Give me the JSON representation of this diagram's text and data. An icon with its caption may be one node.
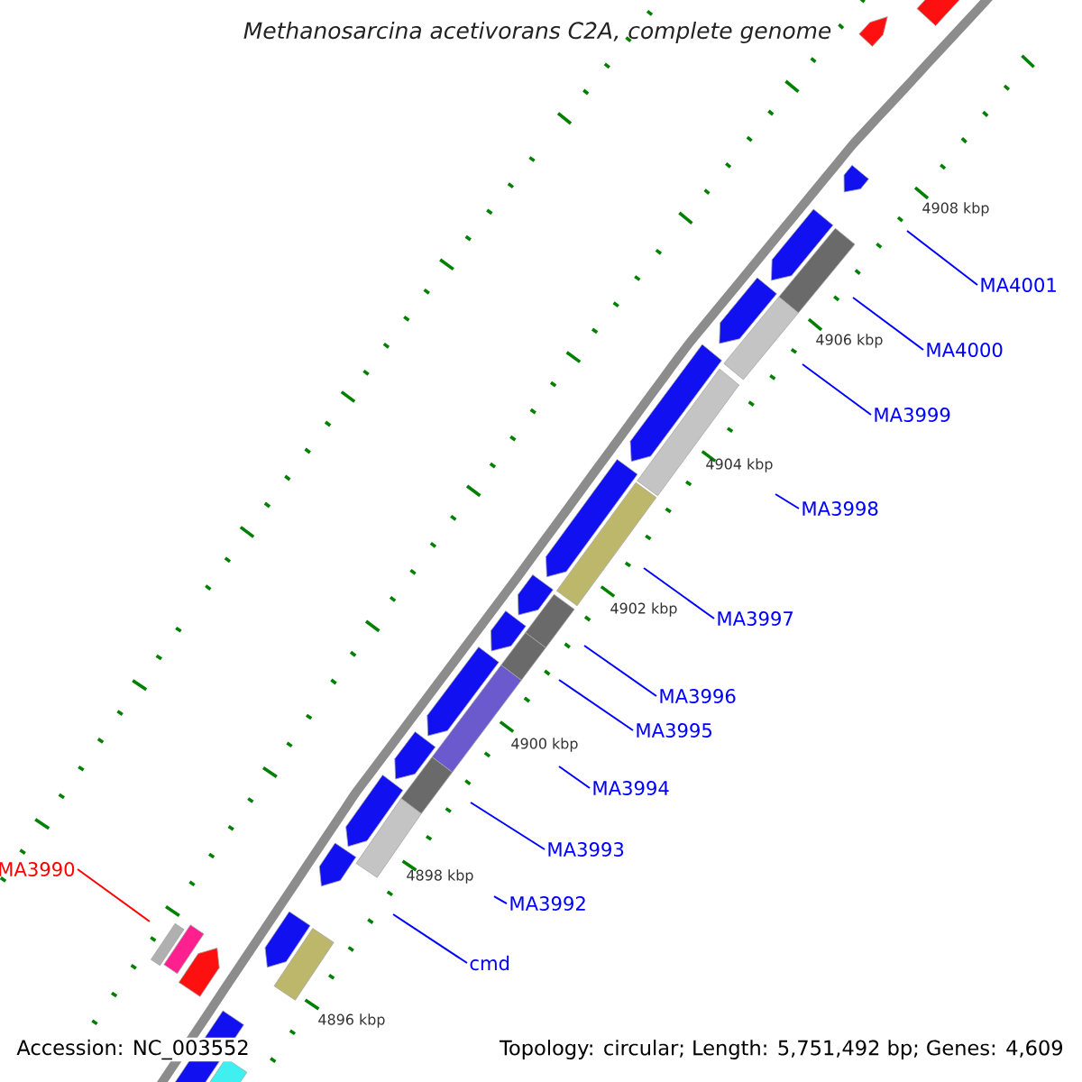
{
  "diagram": {
    "title": "Methanosarcina acetivorans C2A, complete genome",
    "nodes": [
      {
        "text": [
          "MA4001"
        ]
      },
      {
        "text": [
          "MA4000"
        ]
      },
      {
        "text": [
          "MA3999"
        ]
      },
      {
        "text": [
          "MA3998"
        ]
      },
      {
        "text": [
          "MA3997"
        ]
      },
      {
        "text": [
          "MA3996"
        ]
      },
      {
        "text": [
          "MA3995"
        ]
      },
      {
        "text": [
          "MA3994"
        ]
      },
      {
        "text": [
          "MA3993"
        ]
      },
      {
        "text": [
          "MA3992"
        ]
      },
      {
        "text": [
          "cmd"
        ]
      },
      {
        "text": [
          "MA3990"
        ]
      }
    ],
    "edges": [
      {
        "from": 0,
        "to": null,
        "arrow": "none"
      },
      {
        "from": 1,
        "to": null,
        "arrow": "none"
      },
      {
        "from": 2,
        "to": null,
        "arrow": "none"
      },
      {
        "from": 3,
        "to": null,
        "arrow": "none"
      },
      {
        "from": 4,
        "to": null,
        "arrow": "none"
      },
      {
        "from": 5,
        "to": null,
        "arrow": "none"
      },
      {
        "from": 6,
        "to": null,
        "arrow": "none"
      },
      {
        "from": 7,
        "to": null,
        "arrow": "none"
      },
      {
        "from": 8,
        "to": null,
        "arrow": "none"
      },
      {
        "from": 9,
        "to": null,
        "arrow": "none"
      },
      {
        "from": 10,
        "to": null,
        "arrow": "none"
      },
      {
        "from": 11,
        "to": null,
        "arrow": "none",
        "color": "#ff0000"
      }
    ],
    "labels": [
      "4908 kbp",
      "4906 kbp",
      "4904 kbp",
      "4902 kbp",
      "4900 kbp",
      "4898 kbp",
      "4896 kbp",
      "Accession: NC_003552",
      "Topology: circular; Length: 5,751,492 bp; Genes: 4,609"
    ]
  }
}
